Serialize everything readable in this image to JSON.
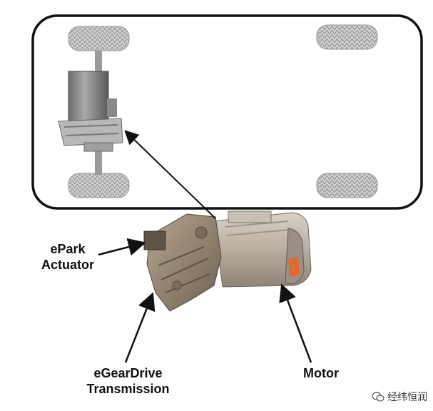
{
  "labels": {
    "epark_line1": "ePark",
    "epark_line2": "Actuator",
    "egear_line1": "eGearDrive",
    "egear_line2": "Transmission",
    "motor": "Motor"
  },
  "watermark": {
    "text": "经纬恒润",
    "icon": "wechat-icon"
  },
  "colors": {
    "outline": "#111111",
    "tire": "#c9c9c9",
    "tire_tread": "#8c8c8c",
    "motor_body": "#bdb3a6",
    "gearbox": "#9c8a74",
    "orange_accent": "#e06a2e"
  }
}
